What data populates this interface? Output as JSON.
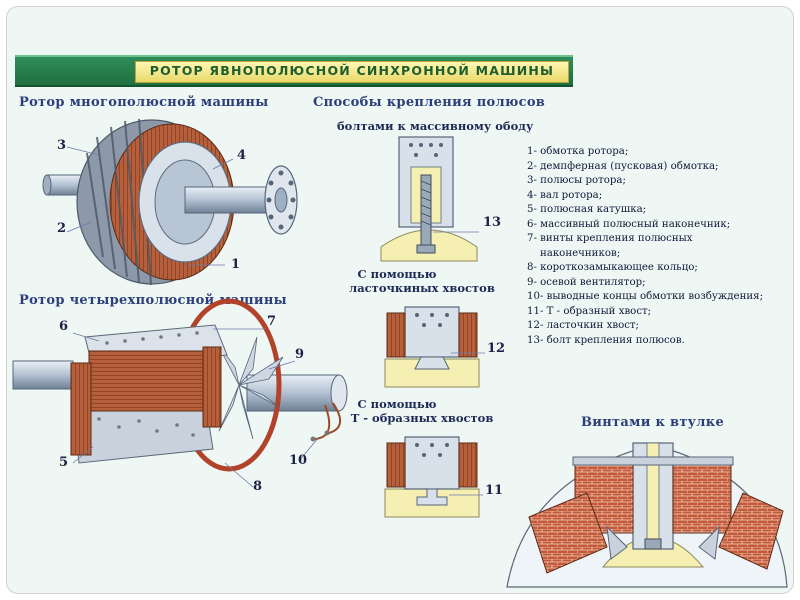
{
  "title": "РОТОР ЯВНОПОЛЮСНОЙ СИНХРОННОЙ МАШИНЫ",
  "headings": {
    "multipole": "Ротор многополюсной машины",
    "fastening": "Способы крепления полюсов",
    "fourpole": "Ротор четырехполюсной машины",
    "screws_hub": "Винтами к втулке"
  },
  "methods": {
    "bolts": "болтами к массивному ободу",
    "dovetail_1": "С помощью",
    "dovetail_2": "ласточкиных хвостов",
    "t_tail_1": "С помощью",
    "t_tail_2": "Т - образных хвостов"
  },
  "legend": [
    "1- обмотка ротора;",
    "2- демпферная (пусковая) обмотка;",
    "3- полюсы ротора;",
    "4- вал ротора;",
    "5- полюсная катушка;",
    "6- массивный полюсный наконечник;",
    "7- винты крепления полюсных",
    "    наконечников;",
    "8- короткозамыкающее кольцо;",
    "9- осевой вентилятор;",
    "10- выводные концы обмотки возбуждения;",
    "11- Т - образный хвост;",
    "12- ласточкин хвост;",
    "13- болт крепления полюсов."
  ],
  "callouts": {
    "n1": "1",
    "n2": "2",
    "n3": "3",
    "n4": "4",
    "n5": "5",
    "n6": "6",
    "n7": "7",
    "n8": "8",
    "n9": "9",
    "n10": "10",
    "n11": "11",
    "n12": "12",
    "n13": "13"
  },
  "colors": {
    "accent_green": "#1f6f40",
    "title_yellow": "#f4e88a",
    "heading_blue": "#2c3f7a",
    "copper": "#a4532f",
    "steel": "#b9c6d6",
    "insulation_yellow": "#f6efb2"
  }
}
